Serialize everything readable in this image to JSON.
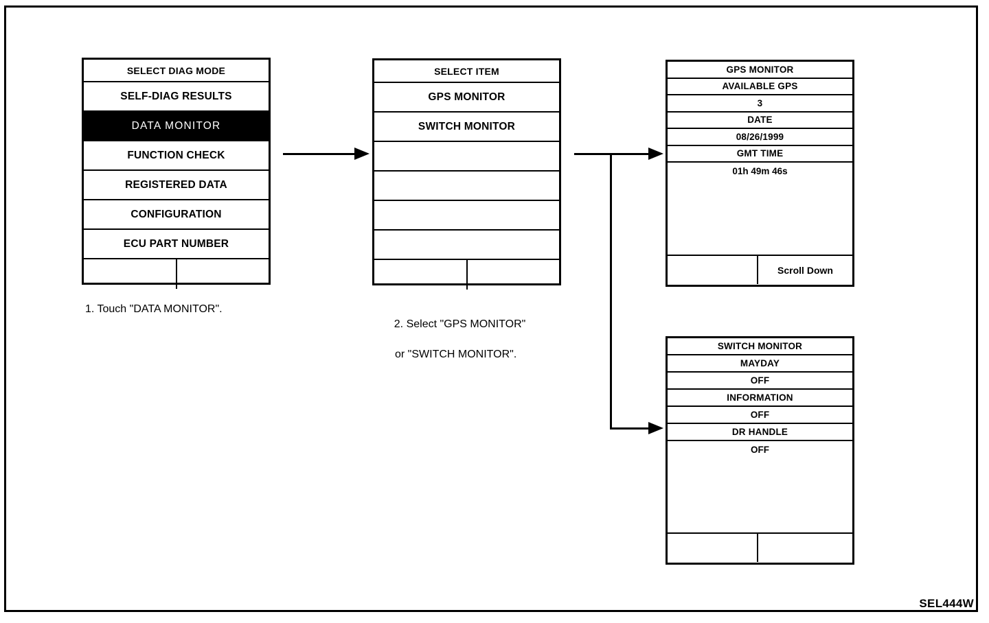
{
  "figure": {
    "id_label": "SEL444W"
  },
  "panels": {
    "select_diag_mode": {
      "title": "SELECT DIAG MODE",
      "items": [
        {
          "label": "SELF-DIAG RESULTS",
          "selected": false
        },
        {
          "label": "DATA MONITOR",
          "selected": true
        },
        {
          "label": "FUNCTION CHECK",
          "selected": false
        },
        {
          "label": "REGISTERED DATA",
          "selected": false
        },
        {
          "label": "CONFIGURATION",
          "selected": false
        },
        {
          "label": "ECU PART NUMBER",
          "selected": false
        }
      ],
      "footer": {
        "left": "",
        "right": ""
      }
    },
    "select_item": {
      "title": "SELECT ITEM",
      "items": [
        {
          "label": "GPS MONITOR"
        },
        {
          "label": "SWITCH MONITOR"
        },
        {
          "label": ""
        },
        {
          "label": ""
        },
        {
          "label": ""
        },
        {
          "label": ""
        }
      ],
      "footer": {
        "left": "",
        "right": ""
      }
    },
    "gps_monitor": {
      "title": "GPS MONITOR",
      "rows": [
        {
          "label": "AVAILABLE GPS"
        },
        {
          "label": "3"
        },
        {
          "label": "DATE"
        },
        {
          "label": "08/26/1999"
        },
        {
          "label": "GMT TIME"
        }
      ],
      "body_value": "01h 49m 46s",
      "footer": {
        "left": "",
        "right": "Scroll Down"
      }
    },
    "switch_monitor": {
      "title": "SWITCH MONITOR",
      "rows": [
        {
          "label": "MAYDAY"
        },
        {
          "label": "OFF"
        },
        {
          "label": "INFORMATION"
        },
        {
          "label": "OFF"
        },
        {
          "label": "DR HANDLE"
        }
      ],
      "body_value": "OFF",
      "footer": {
        "left": "",
        "right": ""
      }
    }
  },
  "captions": {
    "step1": "1. Touch \"DATA MONITOR\".",
    "step2_line1": "2. Select \"GPS MONITOR\"",
    "step2_line2": "or \"SWITCH MONITOR\"."
  }
}
